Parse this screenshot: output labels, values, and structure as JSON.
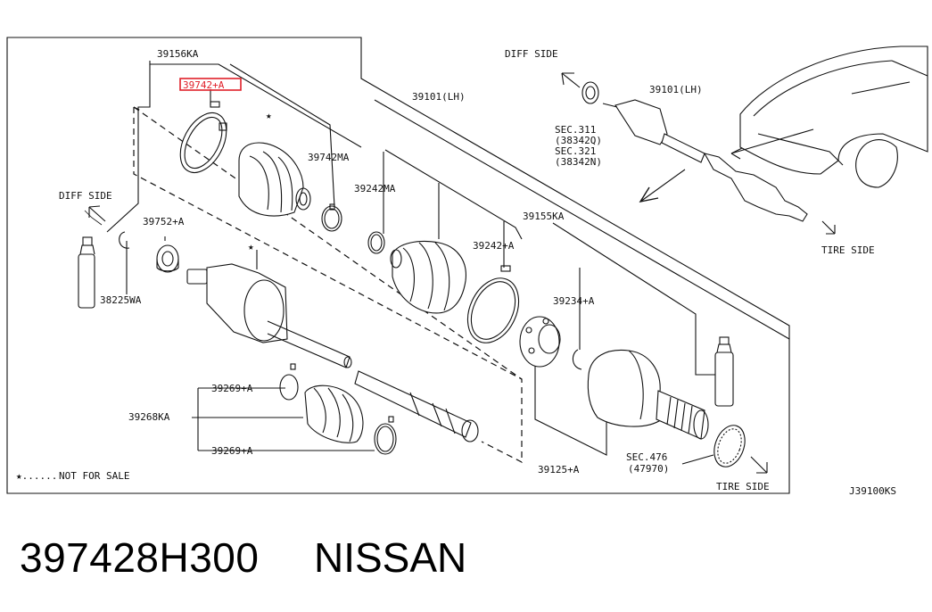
{
  "diagram": {
    "labels": {
      "p39156KA": "39156KA",
      "p39742A": "39742+A",
      "p39742MA": "39742MA",
      "p39242MA": "39242MA",
      "p39101LH_top": "39101(LH)",
      "p39155KA": "39155KA",
      "p39242A": "39242+A",
      "p39752A": "39752+A",
      "p38225WA": "38225WA",
      "p39234A": "39234+A",
      "p39269A_1": "39269+A",
      "p39268KA": "39268KA",
      "p39269A_2": "39269+A",
      "p39125A": "39125+A",
      "sec476": "SEC.476",
      "sec476_ref": "(47970)",
      "diff_side_left": "DIFF SIDE",
      "tire_side_bottom": "TIRE SIDE",
      "not_for_sale": "NOT FOR SALE",
      "not_for_sale_dots": "★......",
      "diagram_code": "J39100KS",
      "diff_side_inset": "DIFF SIDE",
      "tire_side_inset": "TIRE SIDE",
      "p39101LH_inset": "39101(LH)",
      "sec311": "SEC.311",
      "sec311_ref": "(38342Q)",
      "sec321": "SEC.321",
      "sec321_ref": "(38342N)",
      "star_marker": "★"
    },
    "highlight_color": "#e0202a"
  },
  "footer": {
    "part_number": "397428H300",
    "brand": "NISSAN"
  }
}
